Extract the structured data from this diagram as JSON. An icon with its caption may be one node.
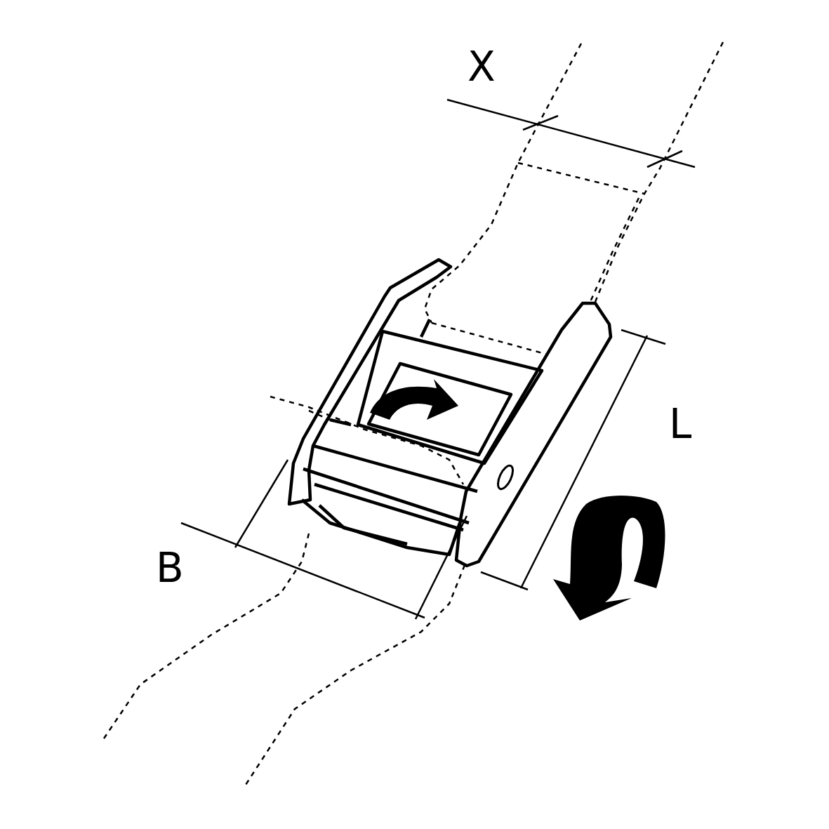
{
  "diagram": {
    "labels": [
      "X",
      "L",
      "B"
    ]
  }
}
